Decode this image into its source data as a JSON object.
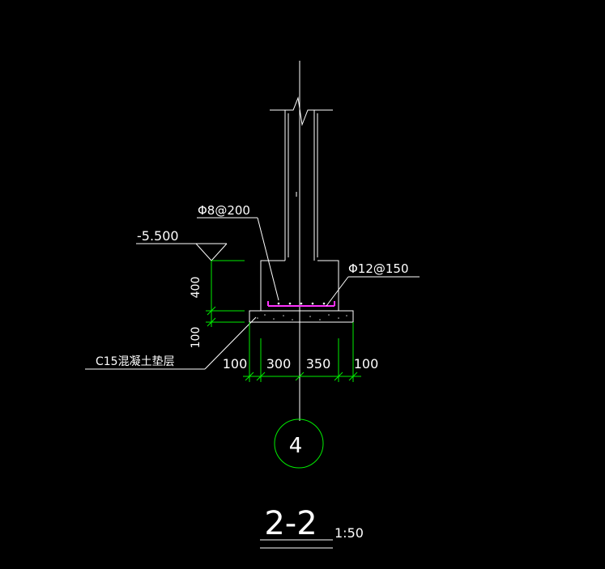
{
  "drawing": {
    "rebar_top": "Φ8@200",
    "rebar_bottom": "Φ12@150",
    "elevation": "-5.500",
    "height_footing": "400",
    "height_cushion": "100",
    "cushion_label": "C15混凝土垫层",
    "dims": [
      "100",
      "300",
      "350",
      "100"
    ],
    "axis_label": "4",
    "section_title": "2-2",
    "scale": "1:50"
  },
  "colors": {
    "background": "#000000",
    "lines": "#ffffff",
    "dimensions": "#00ee00",
    "rebar": "#ff33ff"
  }
}
